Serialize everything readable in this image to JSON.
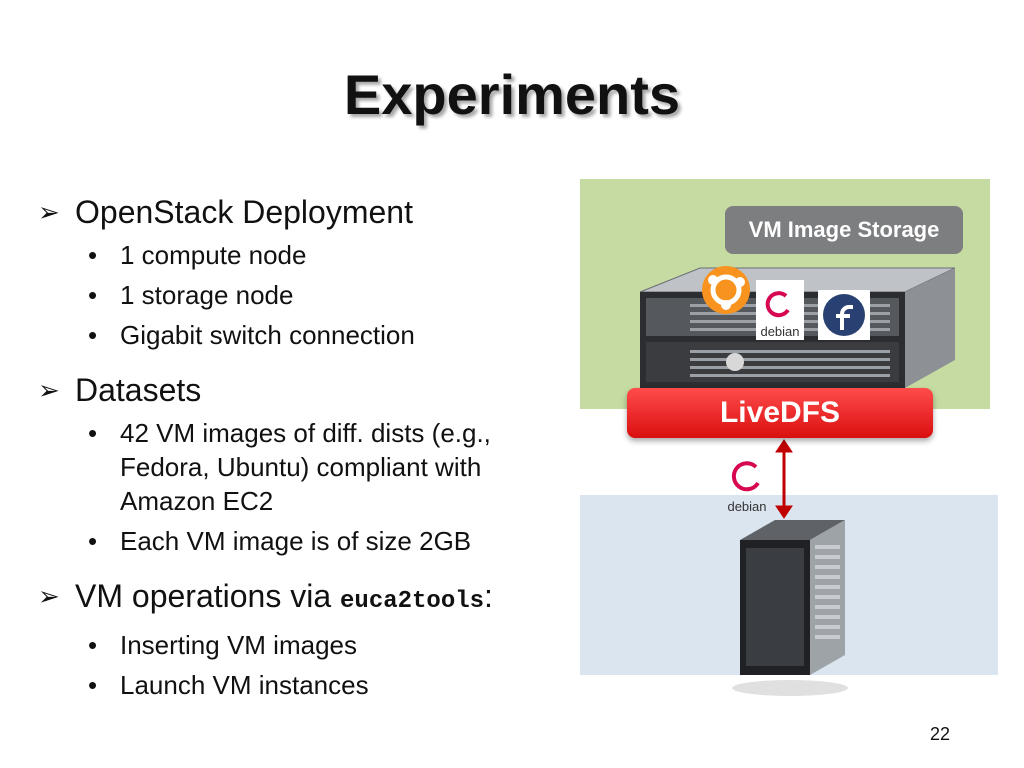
{
  "title": "Experiments",
  "sections": [
    {
      "heading": "OpenStack Deployment",
      "items": [
        "1 compute node",
        "1 storage node",
        "Gigabit switch connection"
      ]
    },
    {
      "heading": "Datasets",
      "items": [
        "42 VM images of diff. dists (e.g., Fedora, Ubuntu) compliant with Amazon EC2",
        "Each VM image is of size 2GB"
      ]
    },
    {
      "heading_prefix": "VM operations via ",
      "heading_code": "euca2tools",
      "heading_suffix": ":",
      "items": [
        "Inserting VM images",
        "Launch VM instances"
      ]
    }
  ],
  "diagram": {
    "storage_label": "VM Image Storage",
    "livedfs_label": "LiveDFS",
    "debian_label": "debian",
    "colors": {
      "top_panel": "#c6dba2",
      "bottom_panel": "#dbe5ef",
      "livedfs": "#e81c1c",
      "badge": "#7d7e80",
      "arrow": "#c00000"
    }
  },
  "page_number": "22"
}
